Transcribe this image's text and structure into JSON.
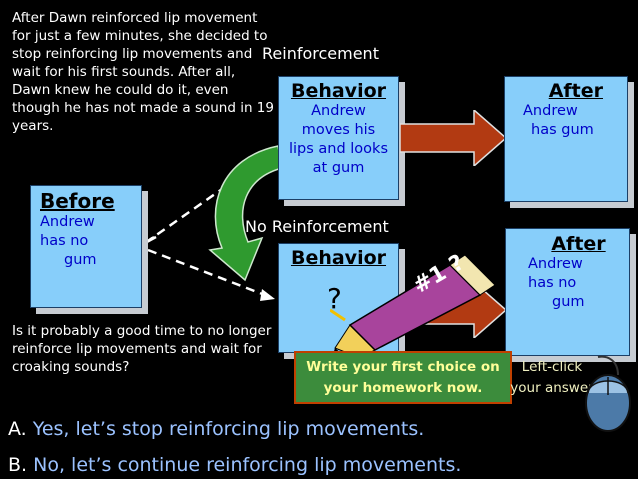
{
  "intro_text": "After Dawn reinforced lip movement for just a few minutes, she decided to stop reinforcing lip movements and wait for his first sounds. After all, Dawn knew he could do it, even though he has not made a sound in 19 years.",
  "question_text": "Is it probably a good time to no longer reinforce lip movements and wait for croaking sounds?",
  "labels": {
    "reinforcement": "Reinforcement",
    "no_reinforcement": "No Reinforcement"
  },
  "before": {
    "title": "Before",
    "line1": "Andrew",
    "line2": "has no",
    "line3": "gum"
  },
  "behavior1": {
    "title": "Behavior",
    "line1": "Andrew",
    "line2": "moves his",
    "line3": "lips and looks",
    "line4": "at gum"
  },
  "after1": {
    "title": "After",
    "line1": "Andrew",
    "line2": "has gum"
  },
  "behavior2": {
    "title": "Behavior",
    "mark": "?"
  },
  "after2": {
    "title": "After",
    "line1": "Andrew",
    "line2": "has no",
    "line3": "gum"
  },
  "pencil_label": "#1 ?",
  "homework": {
    "line1": "Write your first choice on",
    "line2": "your homework now."
  },
  "left_click": {
    "line1": "Left-click",
    "line2": "your answer"
  },
  "answers": [
    {
      "letter": "A.",
      "text": "Yes, let’s stop reinforcing lip movements."
    },
    {
      "letter": "B.",
      "text": "No, let’s continue reinforcing lip movements."
    }
  ],
  "colors": {
    "box": "#87cefa",
    "body_text": "#0000c8",
    "arrow": "#b23a12",
    "green_arrow": "#2f9a2f",
    "answer_text": "#9bc2ff"
  }
}
